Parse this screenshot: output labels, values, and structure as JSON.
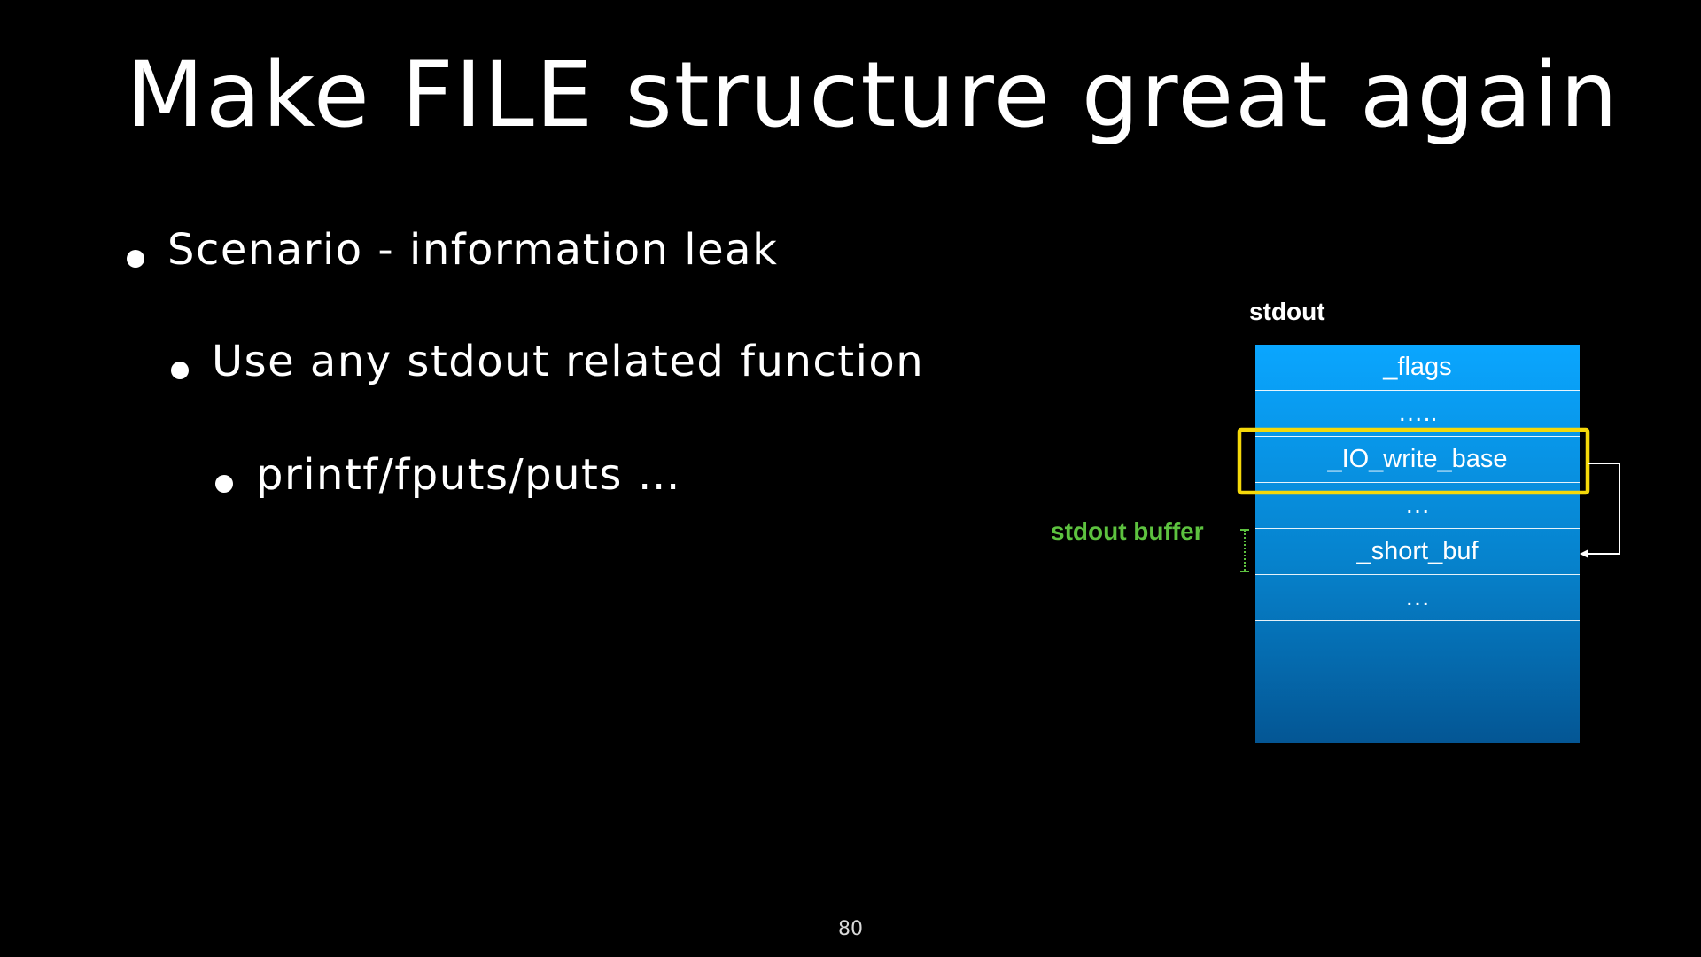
{
  "slide": {
    "title": "Make FILE structure great again",
    "page_number": "80"
  },
  "bullets": [
    {
      "level": 1,
      "text": "Scenario - information leak"
    },
    {
      "level": 2,
      "text": "Use any stdout related function"
    },
    {
      "level": 3,
      "text": "printf/fputs/puts …"
    }
  ],
  "diagram": {
    "struct_label": "stdout",
    "buffer_label": "stdout buffer",
    "fields": [
      "_flags",
      "…..",
      "_IO_write_base",
      "…",
      "_short_buf",
      "…"
    ],
    "highlighted_field": "_IO_write_base",
    "colors": {
      "struct_top": "#0aa6ff",
      "struct_bottom": "#045694",
      "highlight": "#f5d90a",
      "buffer_label": "#5dc23f",
      "arrow": "#ffffff"
    }
  }
}
